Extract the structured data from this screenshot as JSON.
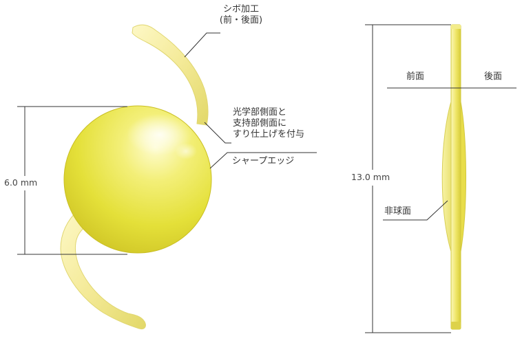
{
  "colors": {
    "lens_highlight": "#fdfbb4",
    "lens_body": "#e6e33a",
    "lens_edge": "#cfc424",
    "haptic_light": "#fbf5b4",
    "haptic_dark": "#e6dc6a",
    "line": "#333333",
    "text": "#333333"
  },
  "front_view": {
    "texture_label": [
      "シボ加工",
      "(前・後面)"
    ],
    "side_finish_label": [
      "光学部側面と",
      "支持部側面に",
      "すり仕上げを付与"
    ],
    "edge_label": "シャープエッジ",
    "optic_diameter": "6.0 mm"
  },
  "side_view": {
    "front_label": "前面",
    "back_label": "後面",
    "aspheric_label": "非球面",
    "overall_length": "13.0 mm"
  }
}
